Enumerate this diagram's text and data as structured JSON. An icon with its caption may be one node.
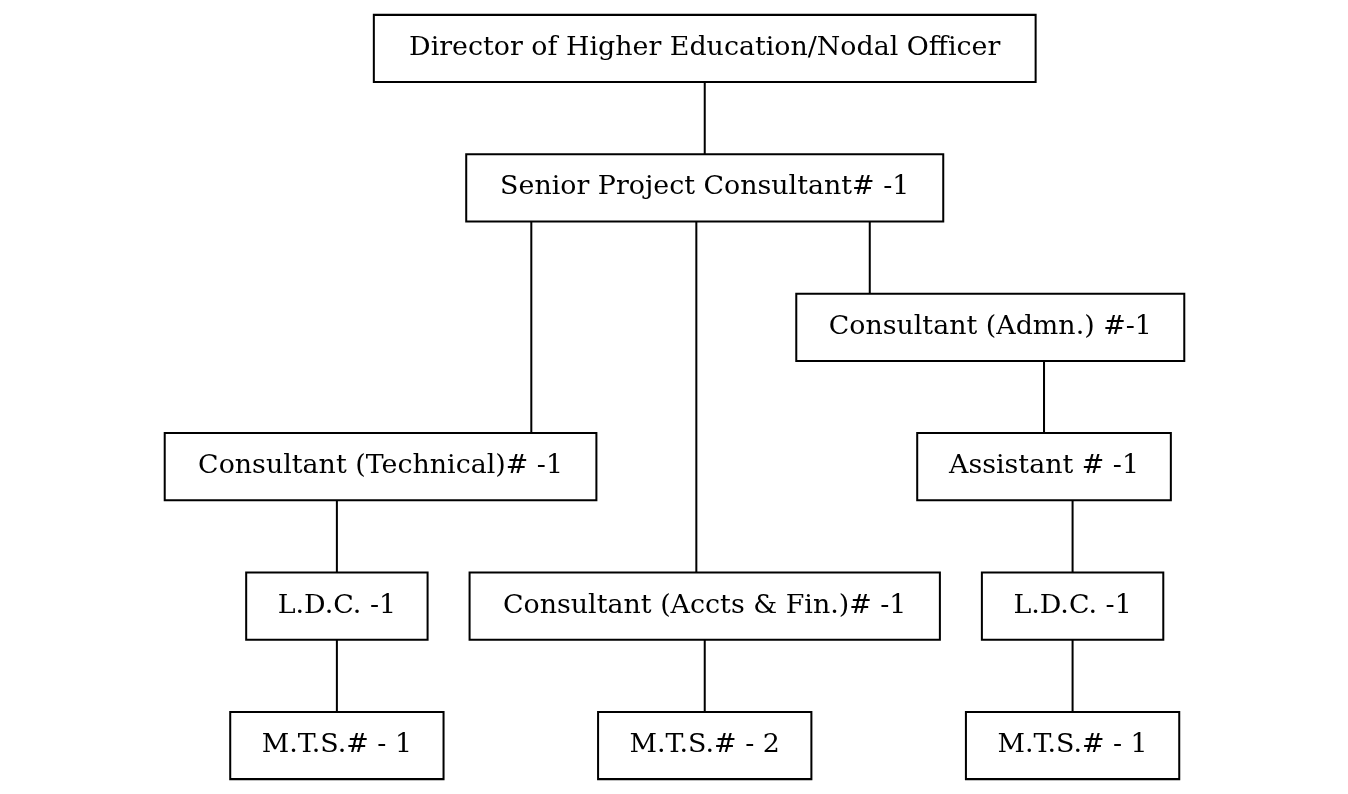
{
  "diagram": {
    "nodes": [
      {
        "text": [
          "Director of Higher Education/Nodal Officer"
        ]
      },
      {
        "text": [
          "Senior Project Consultant# -1"
        ]
      },
      {
        "text": [
          "Consultant (Technical)# -1"
        ]
      },
      {
        "text": [
          "Consultant (Accts & Fin.)# -1"
        ]
      },
      {
        "text": [
          "Consultant (Admn.) #-1"
        ]
      },
      {
        "text": [
          "Assistant # -1"
        ]
      },
      {
        "text": [
          "L.D.C. -1"
        ]
      },
      {
        "text": [
          "L.D.C. -1"
        ]
      },
      {
        "text": [
          "M.T.S.# - 1"
        ]
      },
      {
        "text": [
          "M.T.S.# - 2"
        ]
      },
      {
        "text": [
          "M.T.S.# - 1"
        ]
      }
    ],
    "edges": [
      {
        "from": 0,
        "to": 1,
        "arrow": "none"
      },
      {
        "from": 1,
        "to": 2,
        "arrow": "none"
      },
      {
        "from": 1,
        "to": 3,
        "arrow": "none"
      },
      {
        "from": 1,
        "to": 4,
        "arrow": "none"
      },
      {
        "from": 2,
        "to": 6,
        "arrow": "none"
      },
      {
        "from": 6,
        "to": 8,
        "arrow": "none"
      },
      {
        "from": 3,
        "to": 9,
        "arrow": "none"
      },
      {
        "from": 4,
        "to": 5,
        "arrow": "none"
      },
      {
        "from": 5,
        "to": 7,
        "arrow": "none"
      },
      {
        "from": 7,
        "to": 10,
        "arrow": "none"
      }
    ]
  }
}
